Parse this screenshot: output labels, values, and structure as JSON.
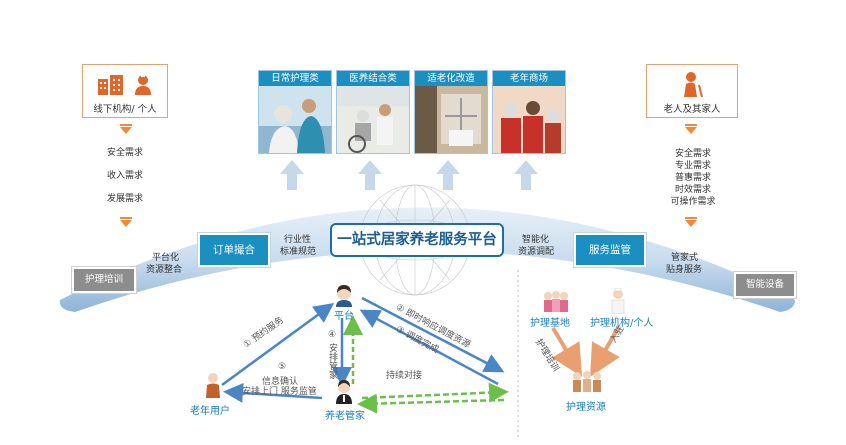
{
  "left_panel": {
    "label": "线下机构/ 个人",
    "needs": [
      "安全需求",
      "收入需求",
      "发展需求"
    ]
  },
  "right_panel": {
    "label": "老人及其家人",
    "needs": [
      "安全需求",
      "专业需求",
      "普惠需求",
      "时效需求",
      "可操作需求"
    ]
  },
  "services": [
    {
      "label": "日常护理类"
    },
    {
      "label": "医养结合类"
    },
    {
      "label": "适老化改造"
    },
    {
      "label": "老年商场"
    }
  ],
  "platform": {
    "title": "一站式居家养老服务平台",
    "left_button": "订单撮合",
    "right_button": "服务监管",
    "left_gray": "护理培训",
    "right_gray": "智能设备",
    "caption_left": [
      "平台化",
      "资源整合"
    ],
    "caption_mid_left": [
      "行业性",
      "标准规范"
    ],
    "caption_mid_right": [
      "智能化",
      "资源调配"
    ],
    "caption_right": [
      "管家式",
      "贴身服务"
    ]
  },
  "flow": {
    "platform_node": "平台",
    "elder_user": "老年用户",
    "butler": "养老管家",
    "step1": "① 预约服务",
    "step2": "② 即时响应调度资源",
    "step3": "③ 调度完成",
    "step4": "④ 安排管家",
    "step5_line1": "⑤",
    "step5_line2": "信息确认",
    "step5_line3": "安排上门 服务监管",
    "continuous": "持续对接"
  },
  "resources": {
    "base": "护理基地",
    "institution": "护理机构/个人",
    "resource": "护理资源",
    "arrow_left_label": "护理培训",
    "arrow_right_label": "入驻"
  },
  "colors": {
    "teal": "#1a8fc0",
    "orange": "#f08a3a",
    "green": "#6cc04a",
    "navy": "#1a5e95"
  }
}
